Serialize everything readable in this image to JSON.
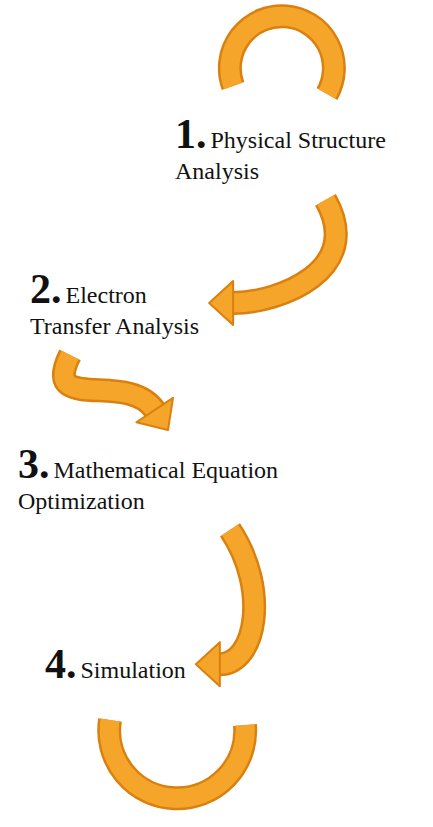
{
  "diagram": {
    "nodes": [
      {
        "text": [
          "1.",
          "Physical Structure Analysis"
        ]
      },
      {
        "text": [
          "2.",
          "Electron Transfer Analysis"
        ]
      },
      {
        "text": [
          "3.",
          "Mathematical Equation Optimization"
        ]
      },
      {
        "text": [
          "4.",
          "Simulation"
        ]
      }
    ],
    "edges": [
      {
        "from": 0,
        "to": 1,
        "arrow": "to"
      },
      {
        "from": 1,
        "to": 2,
        "arrow": "to"
      },
      {
        "from": 2,
        "to": 3,
        "arrow": "to"
      }
    ]
  }
}
